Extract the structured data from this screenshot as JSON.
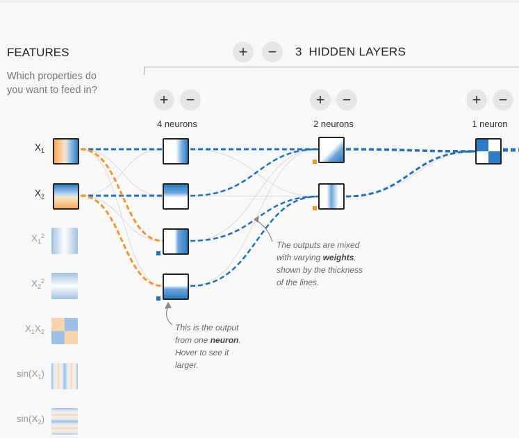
{
  "features_panel": {
    "title": "FEATURES",
    "question": "Which properties do you want to feed in?"
  },
  "layers_control": {
    "add_symbol": "+",
    "remove_symbol": "−",
    "count": "3",
    "label": "HIDDEN LAYERS"
  },
  "layers": [
    {
      "add_symbol": "+",
      "remove_symbol": "−",
      "neurons_label": "4 neurons",
      "neurons": 4
    },
    {
      "add_symbol": "+",
      "remove_symbol": "−",
      "neurons_label": "2 neurons",
      "neurons": 2
    },
    {
      "add_symbol": "+",
      "remove_symbol": "−",
      "neurons_label": "1 neuron",
      "neurons": 1
    }
  ],
  "features": [
    {
      "base": "X",
      "sub": "1",
      "sup": "",
      "active": true
    },
    {
      "base": "X",
      "sub": "2",
      "sup": "",
      "active": true
    },
    {
      "base": "X",
      "sub": "1",
      "sup": "2",
      "active": false
    },
    {
      "base": "X",
      "sub": "2",
      "sup": "2",
      "active": false
    },
    {
      "base": "X",
      "sub": "1",
      "base2": "X",
      "sub2": "2",
      "active": false
    },
    {
      "base": "sin(X",
      "sub": "1",
      "suffix": ")",
      "active": false
    },
    {
      "base": "sin(X",
      "sub": "2",
      "suffix": ")",
      "active": false
    }
  ],
  "annotations": {
    "weights": {
      "pre": "The outputs are mixed with varying ",
      "bold": "weights",
      "post": ", shown by the thickness of the lines."
    },
    "neuron": {
      "pre": "This is the output from one ",
      "bold": "neuron",
      "post": ". Hover to see it larger."
    }
  },
  "colors": {
    "positive": "#1f6fbf",
    "negative": "#f09a3e",
    "light_blue": "#cfe0f2",
    "light_orange": "#f8d9b8",
    "grid_line": "#d8d8d8"
  }
}
